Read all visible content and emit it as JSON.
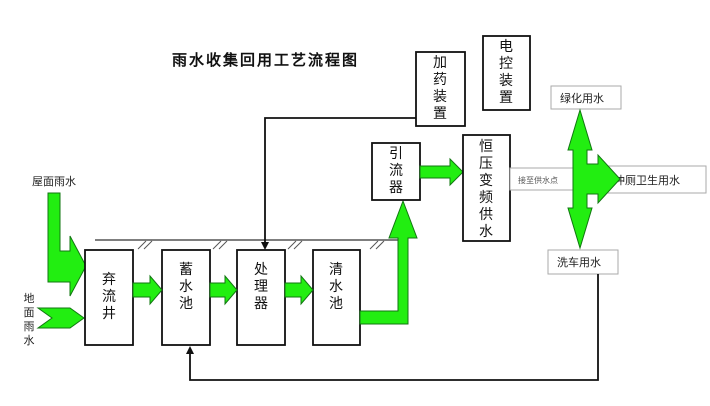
{
  "title": "雨水收集回用工艺流程图",
  "colors": {
    "flow_arrow": "#22ee11",
    "flow_arrow_stroke": "#117711",
    "box_border": "#111111",
    "label_box_border": "#aaaaaa",
    "line": "#111111"
  },
  "inputs": {
    "roof_rain": "屋面雨水",
    "ground_rain": "地面雨水"
  },
  "units": {
    "discard_well": "弃流井",
    "storage_tank": "蓄水池",
    "processor": "处理器",
    "clear_tank": "清水池",
    "diverter": "引流器",
    "constant_pressure": "恒压变频供水",
    "dosing": "加药装置",
    "electric_control": "电控装置"
  },
  "outputs": {
    "supply_point": "接至供水点",
    "greening": "绿化用水",
    "toilet": "冲厕卫生用水",
    "car_wash": "洗车用水"
  }
}
